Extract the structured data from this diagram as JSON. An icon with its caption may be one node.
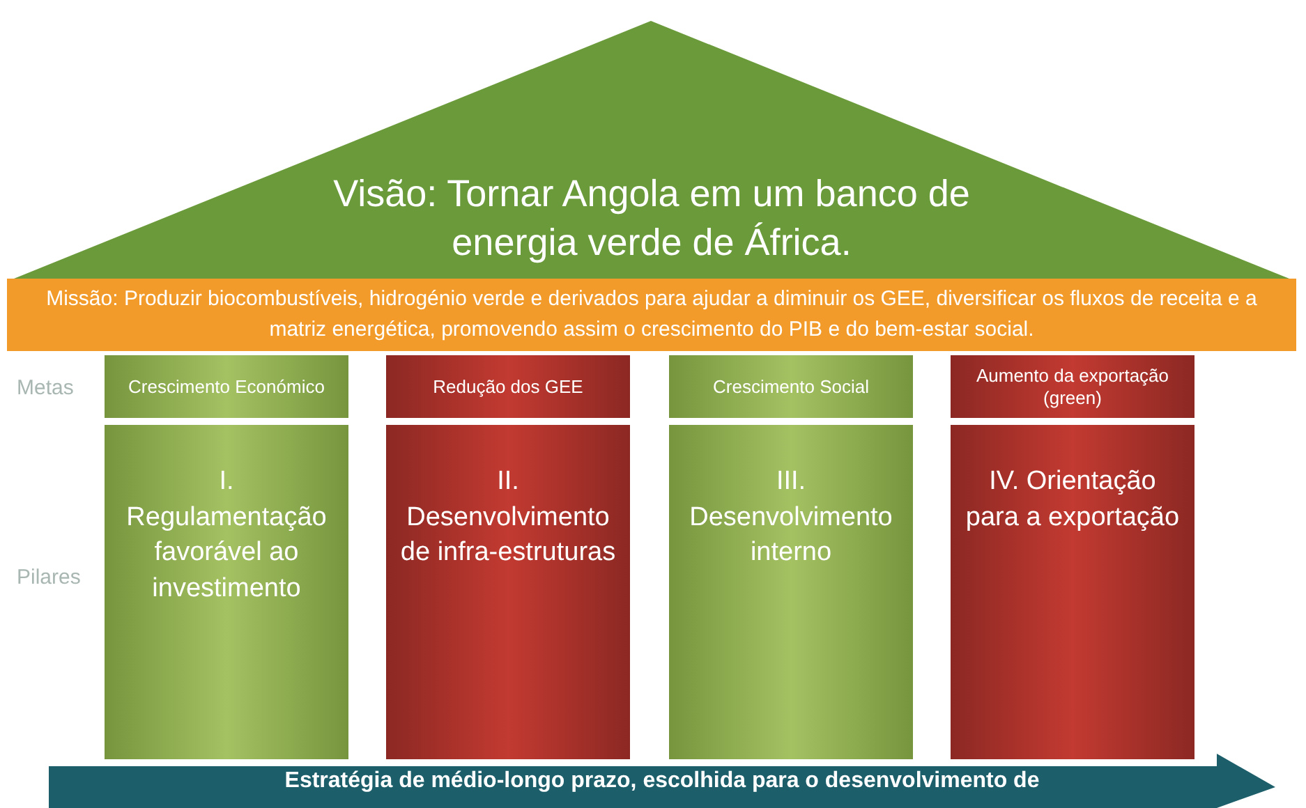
{
  "diagram": {
    "nodes": [
      {
        "text": [
          "Visão: Tornar Angola em um banco de energia verde de África."
        ]
      },
      {
        "text": [
          "Missão: Produzir biocombustíveis, hidrogénio verde e derivados para ajudar a diminuir os GEE, diversificar os fluxos de receita e a matriz energética, promovendo assim o crescimento do PIB e do bem-estar social."
        ]
      },
      {
        "text": [
          "Crescimento Económico"
        ]
      },
      {
        "text": [
          "Redução dos GEE"
        ]
      },
      {
        "text": [
          "Crescimento Social"
        ]
      },
      {
        "text": [
          "Aumento da exportação (green)"
        ]
      },
      {
        "text": [
          "I. Regulamentação favorável ao investimento"
        ]
      },
      {
        "text": [
          "II. Desenvolvimento de infra-estruturas"
        ]
      },
      {
        "text": [
          "III. Desenvolvimento interno"
        ]
      },
      {
        "text": [
          "IV. Orientação para a exportação"
        ]
      },
      {
        "text": [
          "Estratégia de médio-longo prazo, escolhida para o desenvolvimento de"
        ]
      }
    ],
    "labels": [
      "Metas",
      "Pilares"
    ]
  }
}
